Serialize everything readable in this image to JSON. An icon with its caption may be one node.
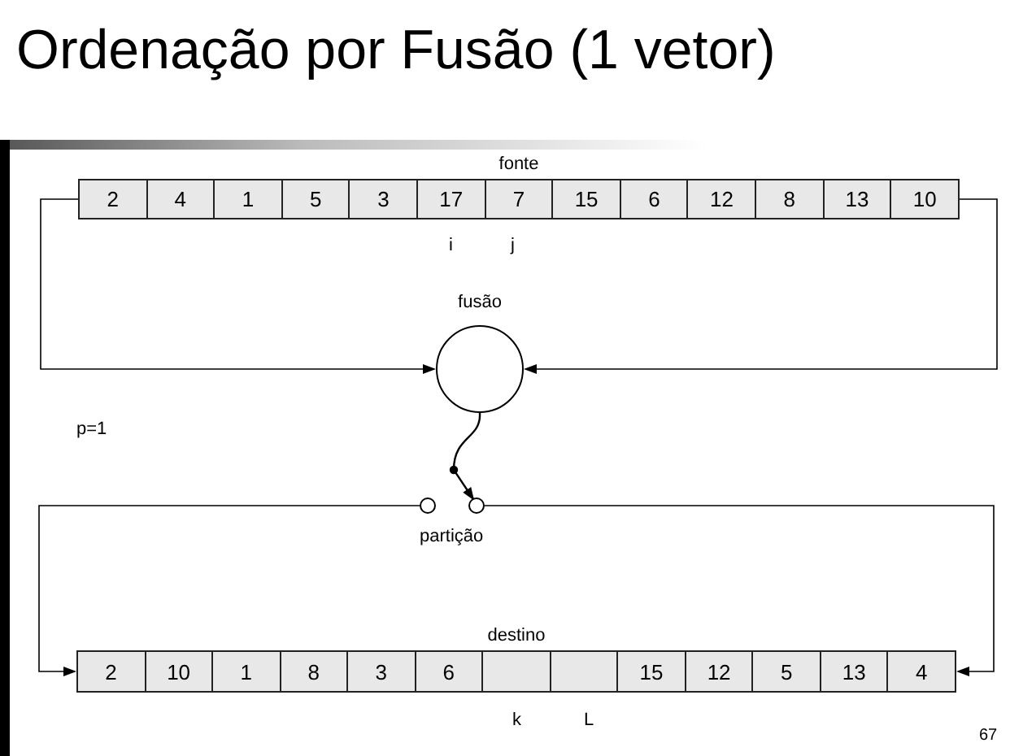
{
  "diagram": {
    "title": "Ordenação por Fusão (1 vetor)",
    "nodes": [
      {
        "text": [
          "fonte"
        ]
      },
      {
        "text": [
          "2"
        ],
        "in": 0
      },
      {
        "text": [
          "4"
        ],
        "in": 0
      },
      {
        "text": [
          "1"
        ],
        "in": 0
      },
      {
        "text": [
          "5"
        ],
        "in": 0
      },
      {
        "text": [
          "3"
        ],
        "in": 0
      },
      {
        "text": [
          "17"
        ],
        "in": 0
      },
      {
        "text": [
          "7"
        ],
        "in": 0
      },
      {
        "text": [
          "15"
        ],
        "in": 0
      },
      {
        "text": [
          "6"
        ],
        "in": 0
      },
      {
        "text": [
          "12"
        ],
        "in": 0
      },
      {
        "text": [
          "8"
        ],
        "in": 0
      },
      {
        "text": [
          "13"
        ],
        "in": 0
      },
      {
        "text": [
          "10"
        ],
        "in": 0
      },
      {
        "text": [
          "fusão"
        ]
      },
      {
        "text": [],
        "shape": "circle"
      },
      {
        "text": [],
        "shape": "circle"
      },
      {
        "text": [
          "destino"
        ]
      },
      {
        "text": [
          "2"
        ],
        "in": 17
      },
      {
        "text": [
          "10"
        ],
        "in": 17
      },
      {
        "text": [
          "1"
        ],
        "in": 17
      },
      {
        "text": [
          "8"
        ],
        "in": 17
      },
      {
        "text": [
          "3"
        ],
        "in": 17
      },
      {
        "text": [
          "6"
        ],
        "in": 17
      },
      {
        "text": [],
        "shape": "box",
        "in": 17
      },
      {
        "text": [],
        "shape": "box",
        "in": 17
      },
      {
        "text": [
          "15"
        ],
        "in": 17
      },
      {
        "text": [
          "12"
        ],
        "in": 17
      },
      {
        "text": [
          "5"
        ],
        "in": 17
      },
      {
        "text": [
          "13"
        ],
        "in": 17
      },
      {
        "text": [
          "4"
        ],
        "in": 17
      }
    ],
    "edges": [
      {
        "from": 0,
        "to": 14,
        "arrow": "to"
      },
      {
        "from": 0,
        "to": 14,
        "arrow": "to"
      },
      {
        "from": 14,
        "to": 16,
        "arrow": "to"
      },
      {
        "from": 15,
        "to": 17,
        "arrow": "to"
      },
      {
        "from": 16,
        "to": 17,
        "arrow": "to"
      }
    ],
    "labels": [
      "i",
      "j",
      "p=1",
      "partição",
      "k",
      "L",
      "67"
    ]
  }
}
